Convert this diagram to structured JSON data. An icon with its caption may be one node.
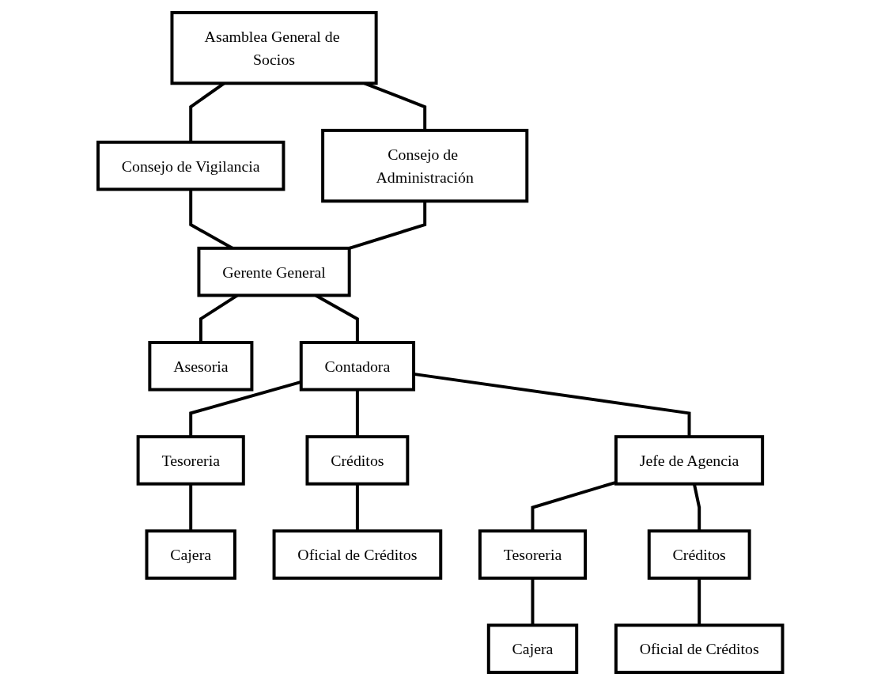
{
  "diagram": {
    "nodes": [
      {
        "text": [
          "Asamblea General de Socios"
        ]
      },
      {
        "text": [
          "Consejo de Vigilancia"
        ]
      },
      {
        "text": [
          "Consejo de Administración"
        ]
      },
      {
        "text": [
          "Gerente General"
        ]
      },
      {
        "text": [
          "Asesoria"
        ]
      },
      {
        "text": [
          "Contadora"
        ]
      },
      {
        "text": [
          "Tesoreria"
        ]
      },
      {
        "text": [
          "Créditos"
        ]
      },
      {
        "text": [
          "Jefe de Agencia"
        ]
      },
      {
        "text": [
          "Cajera"
        ]
      },
      {
        "text": [
          "Oficial de Créditos"
        ]
      },
      {
        "text": [
          "Tesoreria"
        ]
      },
      {
        "text": [
          "Créditos"
        ]
      },
      {
        "text": [
          "Cajera"
        ]
      },
      {
        "text": [
          "Oficial de Créditos"
        ]
      }
    ],
    "edges": [
      {
        "from": 0,
        "to": 1,
        "arrow": "none"
      },
      {
        "from": 0,
        "to": 2,
        "arrow": "none"
      },
      {
        "from": 1,
        "to": 3,
        "arrow": "none"
      },
      {
        "from": 2,
        "to": 3,
        "arrow": "none"
      },
      {
        "from": 3,
        "to": 4,
        "arrow": "none"
      },
      {
        "from": 3,
        "to": 5,
        "arrow": "none"
      },
      {
        "from": 5,
        "to": 6,
        "arrow": "none"
      },
      {
        "from": 5,
        "to": 7,
        "arrow": "none"
      },
      {
        "from": 5,
        "to": 8,
        "arrow": "none"
      },
      {
        "from": 6,
        "to": 9,
        "arrow": "none"
      },
      {
        "from": 7,
        "to": 10,
        "arrow": "none"
      },
      {
        "from": 8,
        "to": 11,
        "arrow": "none"
      },
      {
        "from": 8,
        "to": 12,
        "arrow": "none"
      },
      {
        "from": 11,
        "to": 13,
        "arrow": "none"
      },
      {
        "from": 12,
        "to": 14,
        "arrow": "none"
      }
    ]
  }
}
